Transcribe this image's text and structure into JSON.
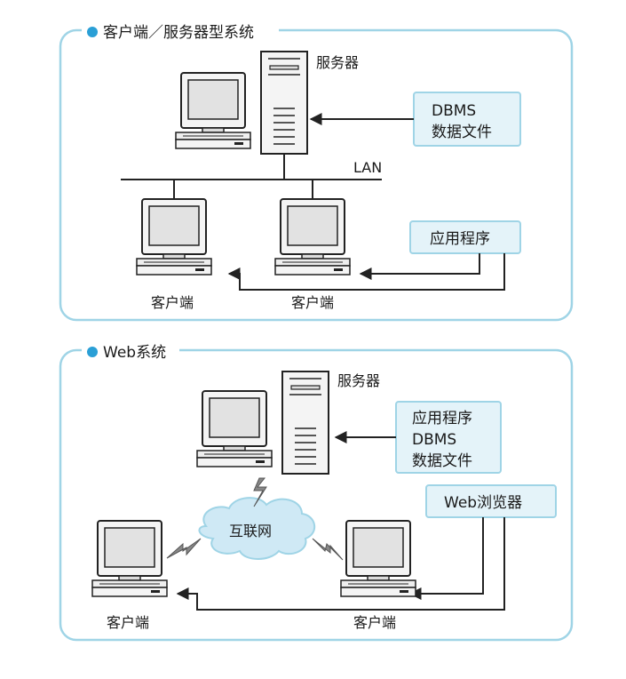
{
  "panel1": {
    "title": "客户端／服务器型系统",
    "server_label": "服务器",
    "lan_label": "LAN",
    "box_dbms_line1": "DBMS",
    "box_dbms_line2": "数据文件",
    "box_app": "应用程序",
    "client_left_label": "客户端",
    "client_right_label": "客户端"
  },
  "panel2": {
    "title": "Web系统",
    "server_label": "服务器",
    "box_line1": "应用程序",
    "box_line2": "DBMS",
    "box_line3": "数据文件",
    "box_browser": "Web浏览器",
    "cloud_label": "互联网",
    "client_left_label": "客户端",
    "client_right_label": "客户端"
  },
  "colors": {
    "panel_border": "#9fd4e6",
    "box_fill": "#e4f3f9",
    "box_border": "#9fd4e6",
    "bullet": "#2a9fd6",
    "cloud_fill": "#cfe9f5"
  }
}
